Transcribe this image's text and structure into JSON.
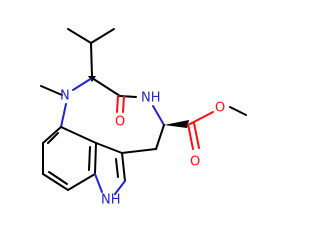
{
  "atoms": {
    "n_methyl": "N",
    "n_amide": "NH",
    "o_carbonyl": "O",
    "o_ester_carbonyl": "O",
    "o_ester_methoxy": "O",
    "n_indole": "NH"
  },
  "colors": {
    "bond": "#000000",
    "nitrogen": "#2323d8",
    "oxygen": "#ff0d0d",
    "background": "#ffffff"
  }
}
